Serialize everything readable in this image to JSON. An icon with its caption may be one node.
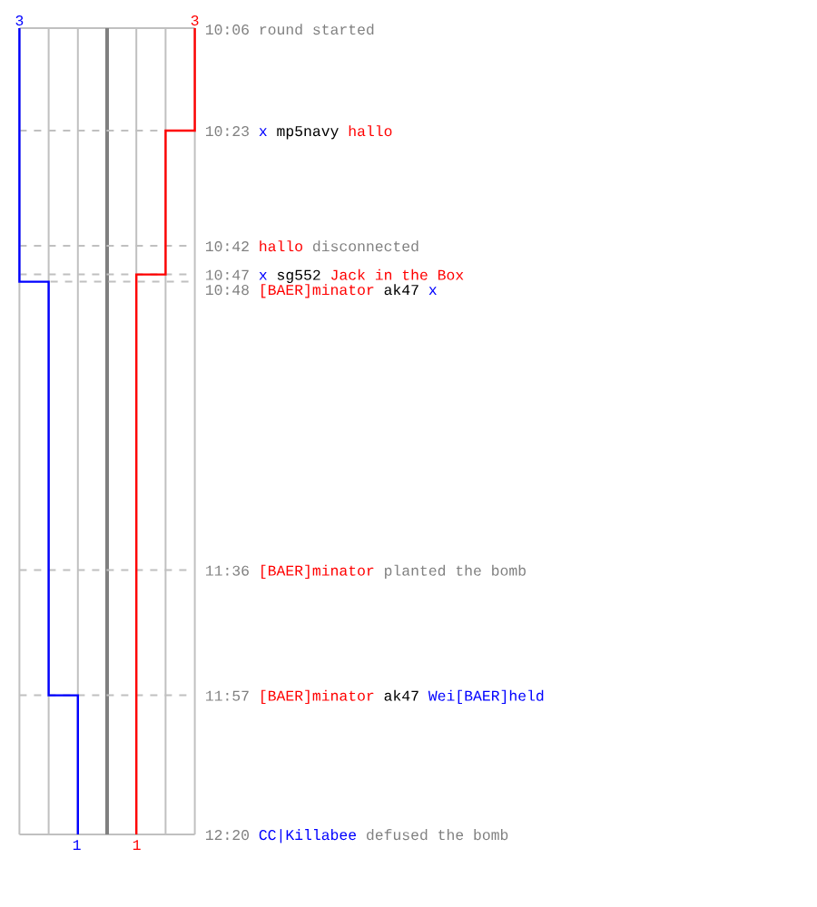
{
  "diagram": {
    "labels": [
      "3",
      "3",
      "10:06",
      "round started",
      "10:23",
      "x",
      "mp5navy",
      "hallo",
      "10:42",
      "hallo",
      "disconnected",
      "10:47",
      "x",
      "sg552",
      "Jack in the Box",
      "10:48",
      "[BAER]minator",
      "ak47",
      "x",
      "11:36",
      "[BAER]minator",
      "planted the bomb",
      "11:57",
      "[BAER]minator",
      "ak47",
      "Wei[BAER]held",
      "12:20",
      "CC|Killabee",
      "defused the bomb",
      "1",
      "1"
    ]
  }
}
